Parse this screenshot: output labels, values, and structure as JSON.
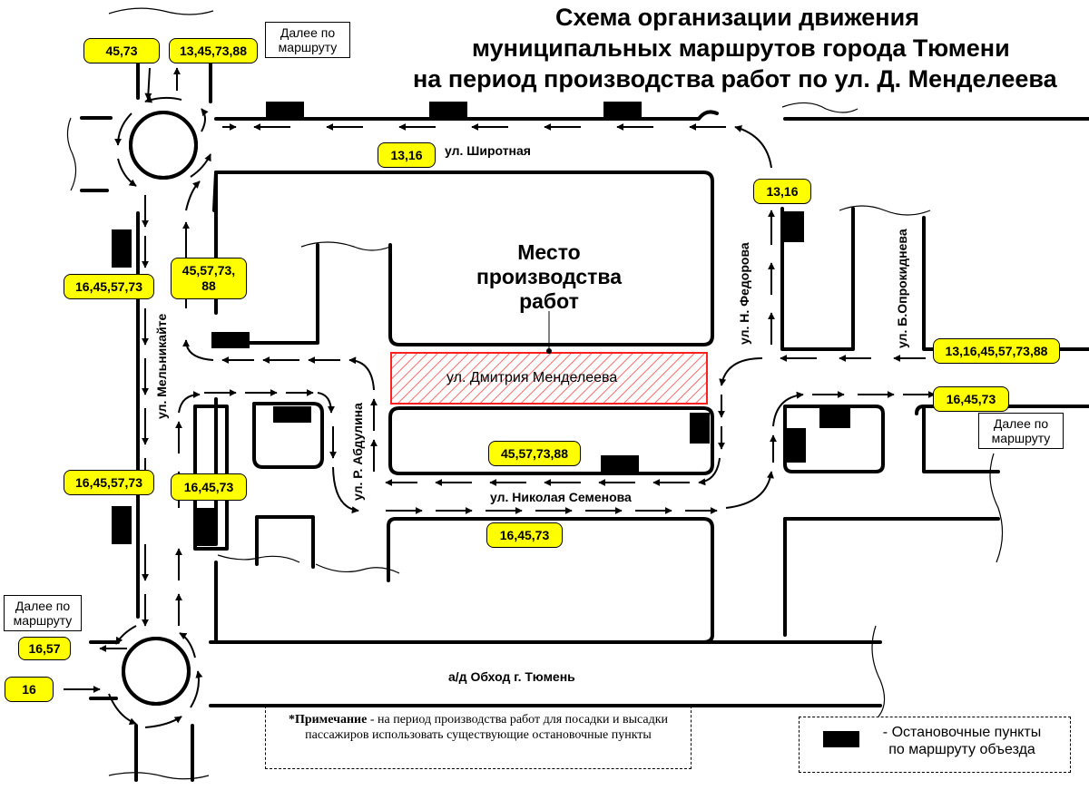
{
  "title": {
    "line1": "Схема организации движения",
    "line2": "муниципальных маршрутов города Тюмени",
    "line3": "на период производства работ по ул. Д. Менделеева"
  },
  "streets": {
    "shirotnaya": "ул. Широтная",
    "melnikaite": "ул. Мельникайте",
    "abdulina": "ул. Р. Абдулина",
    "fedorova": "ул. Н. Федорова",
    "oprokidneva": "ул. Б.Опрокиднева",
    "semenova": "ул. Николая Семенова",
    "obhod": "а/д Обход г. Тюмень"
  },
  "worksite": {
    "label": "Место производства работ",
    "zone": "ул. Дмитрия Менделеева"
  },
  "route_badges": {
    "b_45_73": "45,73",
    "b_13_45_73_88": "13,45,73,88",
    "b_13_16_shirotnaya": "13,16",
    "b_13_16_fedorova": "13,16",
    "b_16_45_57_73_upper": "16,45,57,73",
    "b_45_57_73_88_left": "45,57,73,\n88",
    "b_16_45_57_73_lower": "16,45,57,73",
    "b_16_45_73_left": "16,45,73",
    "b_45_57_73_88_center": "45,57,73,88",
    "b_16_45_73_bottom": "16,45,73",
    "b_13_16_45_57_73_88": "13,16,45,57,73,88",
    "b_16_45_73_right": "16,45,73",
    "b_16_57": "16,57",
    "b_16": "16"
  },
  "further_notes": {
    "top": "Далее по\nмаршруту",
    "right": "Далее по\nмаршруту",
    "left": "Далее по\nмаршруту"
  },
  "footnote": {
    "bold": "*Примечание",
    "text": " - на период производства работ для посадки и высадки пассажиров использовать существующие остановочные пункты"
  },
  "legend": {
    "text": "- Остановочные пункты\nпо маршруту объезда"
  },
  "colors": {
    "badge": "#ffff00",
    "worksite_hatch": "#ff5a5a",
    "road_line": "#000000",
    "bus_stop": "#000000"
  },
  "icon_names": [
    "bus-stop-icon",
    "direction-arrow-icon",
    "roundabout-icon",
    "break-line-icon"
  ]
}
